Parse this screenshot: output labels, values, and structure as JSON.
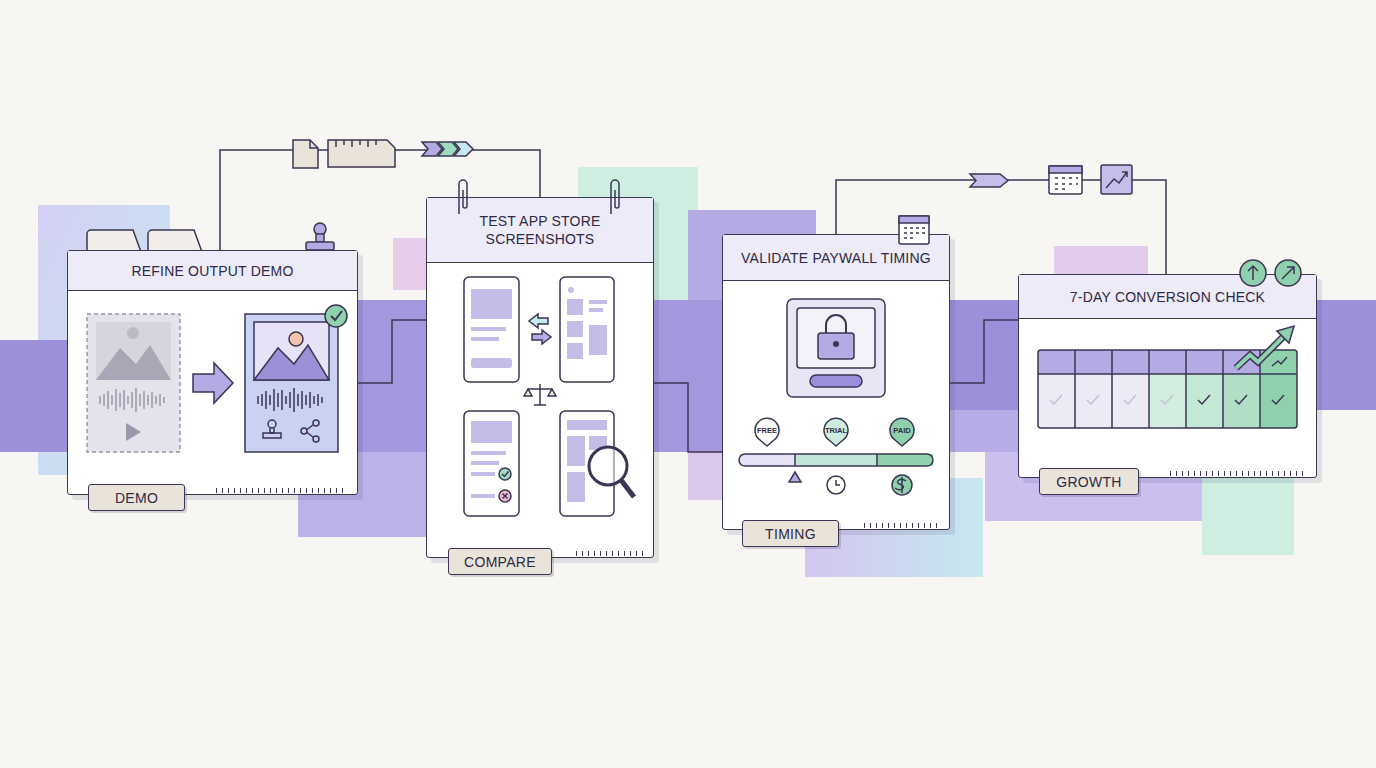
{
  "diagram": {
    "nodes": [
      {
        "text": [
          "REFINE OUTPUT DEMO"
        ]
      },
      {
        "text": [
          "DEMO"
        ],
        "in": 0
      },
      {
        "text": [
          "TEST APP STORE SCREENSHOTS"
        ]
      },
      {
        "text": [
          "COMPARE"
        ],
        "in": 2
      },
      {
        "text": [
          "VALIDATE PAYWALL TIMING"
        ]
      },
      {
        "text": [
          "TIMING"
        ],
        "in": 4
      },
      {
        "text": [
          "7-DAY CONVERSION CHECK"
        ]
      },
      {
        "text": [
          "GROWTH"
        ],
        "in": 6
      }
    ],
    "edges": [
      {
        "from": 0,
        "to": 2,
        "arrow": "none"
      },
      {
        "from": 2,
        "to": 4,
        "arrow": "none"
      },
      {
        "from": 4,
        "to": 6,
        "arrow": "none"
      },
      {
        "from": 0,
        "to": 2,
        "arrow": "none"
      },
      {
        "from": 4,
        "to": 6,
        "arrow": "none"
      }
    ],
    "labels": [
      "FREE",
      "TRIAL",
      "PAID"
    ]
  }
}
